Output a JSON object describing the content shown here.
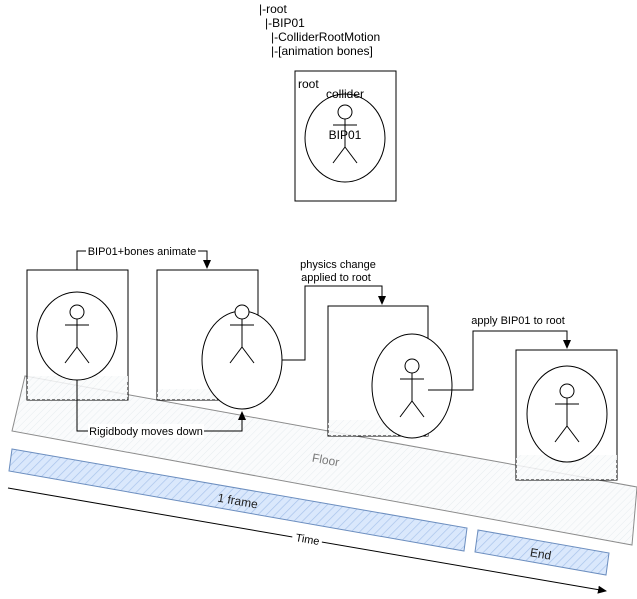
{
  "hierarchy": {
    "lines": [
      "|-root",
      "|-BIP01",
      "|-ColliderRootMotion",
      "|-[animation bones]"
    ]
  },
  "legend_box": {
    "root_label": "root",
    "collider_label": "collider",
    "bip_label": "BIP01"
  },
  "steps": {
    "bip_animate": "BIP01+bones animate",
    "physics_change": [
      "physics change",
      "applied to root"
    ],
    "apply_bip": "apply BIP01 to root",
    "rigidbody_down": "Rigidbody moves down"
  },
  "floor_label": "Floor",
  "timeline": {
    "frame_label": "1 frame",
    "end_label": "End",
    "time_label": "Time"
  },
  "colors": {
    "line": "#000000",
    "floor_fill": "#f7f9fa",
    "floor_stroke": "#8c8c8c",
    "bar_fill": "#dae8fc",
    "bar_stroke": "#6c8ebf",
    "floor_text": "#7a7a7a"
  }
}
